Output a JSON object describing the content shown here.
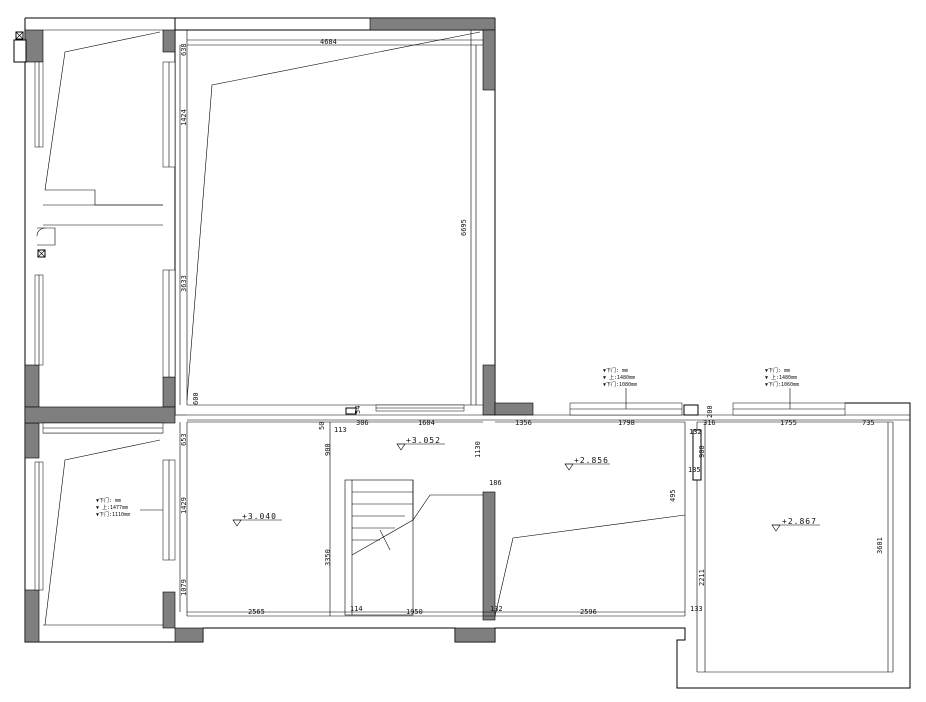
{
  "plan": {
    "dimensions": {
      "top_width": "4684",
      "top_left_small": "638",
      "left_1424": "1424",
      "left_3633": "3633",
      "right_6695": "6695",
      "d_600": "600",
      "d_653": "653",
      "d_1429": "1429",
      "d_1079": "1079",
      "d_2565": "2565",
      "d_50": "50",
      "d_54": "54",
      "d_113": "113",
      "d_306": "306",
      "d_1604": "1604",
      "d_1356": "1356",
      "d_1798": "1798",
      "d_200": "200",
      "d_316": "316",
      "d_1755": "1755",
      "d_735": "735",
      "d_132a": "132",
      "d_900a": "900",
      "d_1130": "1130",
      "d_186": "186",
      "d_3350": "3350",
      "d_114": "114",
      "d_1950": "1950",
      "d_132b": "132",
      "d_2596": "2596",
      "d_133": "133",
      "d_900b": "900",
      "d_135": "135",
      "d_495": "495",
      "d_2211": "2211",
      "d_3601": "3601"
    },
    "levels": {
      "level_1": "+3.052",
      "level_2": "+2.856",
      "level_3": "+3.040",
      "level_4": "+2.867"
    },
    "window_notes": [
      [
        "▼下门:      mm",
        "▼   上:1480mm",
        "▼下门:1080mm"
      ],
      [
        "▼下门:      mm",
        "▼   上:1480mm",
        "▼下门:1060mm"
      ],
      [
        "▼下门:      mm",
        "▼   上:1477mm",
        "▼下门:1110mm"
      ]
    ]
  }
}
